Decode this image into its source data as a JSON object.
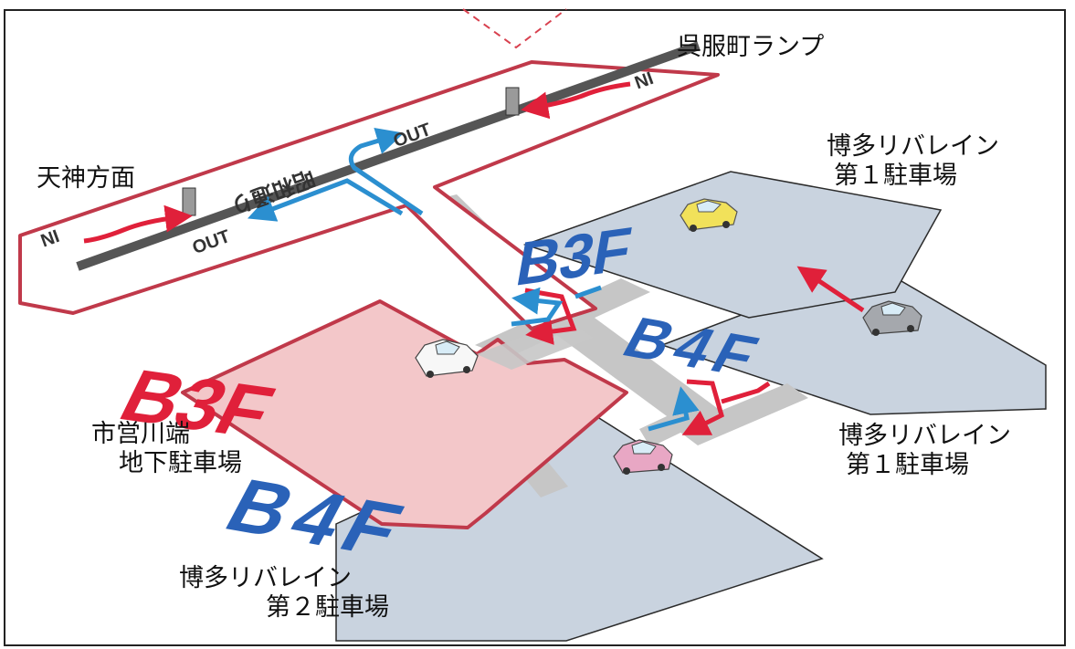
{
  "labels": {
    "ramp": "呉服町ランプ",
    "tenjin": "天神方面",
    "riverain1_top": {
      "line1": "博多リバレイン",
      "line2": "第１駐車場"
    },
    "riverain1_right": {
      "line1": "博多リバレイン",
      "line2": "第１駐車場"
    },
    "shiei": {
      "line1": "市営川端",
      "line2": "地下駐車場"
    },
    "riverain2": {
      "line1": "博多リバレイン",
      "line2": "第２駐車場"
    }
  },
  "road": {
    "name": "昭和通り",
    "in_left": "IN",
    "in_right": "IN",
    "out_top": "OUT",
    "out_bottom": "OUT"
  },
  "floors": {
    "riverain1_b3f": "B3F",
    "riverain1_b4f": "B4F",
    "shiei_b3f": "B3F",
    "riverain2_b4f": "B4F"
  },
  "colors": {
    "highlight_outline": "#c0394a",
    "highlight_fill": "#f3c7c9",
    "floor_fill": "#c9d3df",
    "floor_text_blue": "#2a62b8",
    "floor_text_red": "#e0203a",
    "road_dark": "#555555",
    "corridor_gray": "#c6c6c6",
    "arrow_red": "#e0203a",
    "arrow_blue": "#2b8fd0"
  },
  "icons": [
    "car-yellow-icon",
    "car-gray-icon",
    "car-white-icon",
    "car-pink-icon",
    "gate-icon"
  ]
}
